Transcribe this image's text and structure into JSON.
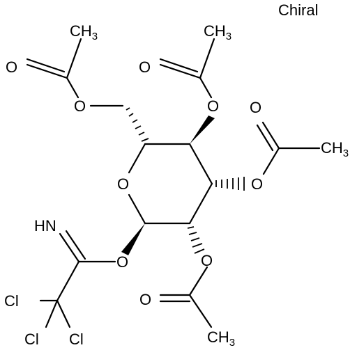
{
  "chiral_label": "Chiral",
  "atoms": {
    "ring_o": "O",
    "link_o1": "O",
    "link_o2": "O",
    "link_o3": "O",
    "link_o4": "O",
    "link_o5": "O",
    "carbonyl_o1": "O",
    "carbonyl_o2": "O",
    "carbonyl_o3": "O",
    "carbonyl_o4": "O",
    "imine_nh": "HN",
    "cl1": "Cl",
    "cl2": "Cl",
    "cl3": "Cl"
  },
  "methyls": {
    "m1": "CH3",
    "m2": "CH3",
    "m3": "CH3",
    "m4": "CH3"
  }
}
